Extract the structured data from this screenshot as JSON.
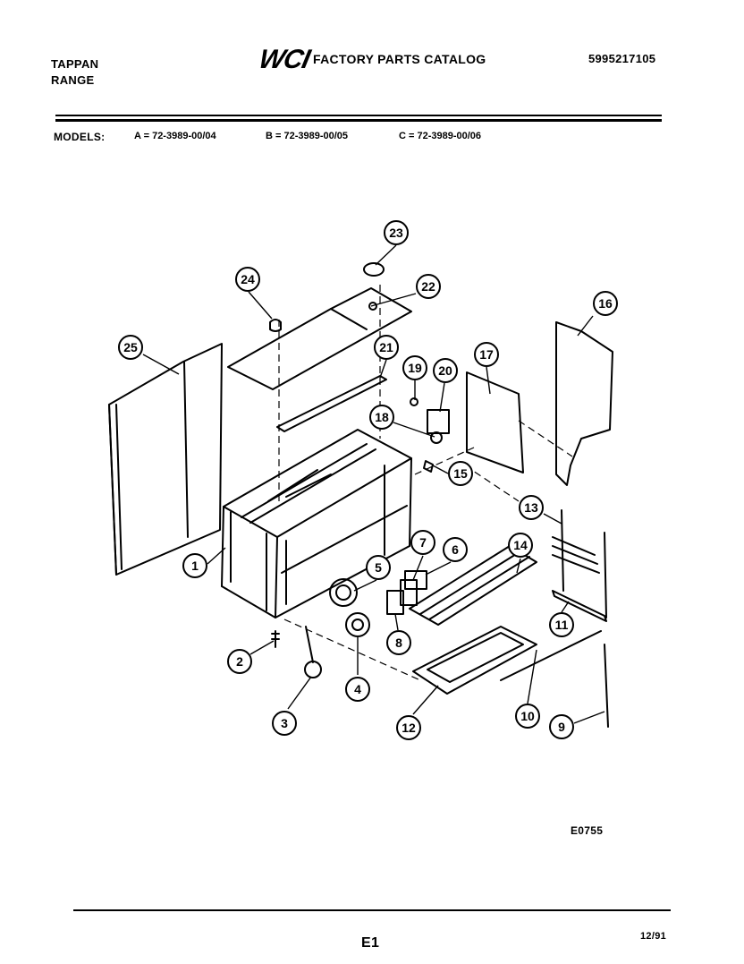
{
  "header": {
    "brand_line1": "TAPPAN",
    "brand_line2": "RANGE",
    "logo_text": "WCI",
    "catalog_title": "FACTORY PARTS CATALOG",
    "part_number": "5995217105"
  },
  "models": {
    "label": "MODELS:",
    "a": "A = 72-3989-00/04",
    "b": "B = 72-3989-00/05",
    "c": "C = 72-3989-00/06"
  },
  "callouts": [
    "1",
    "2",
    "3",
    "4",
    "5",
    "6",
    "7",
    "8",
    "9",
    "10",
    "11",
    "12",
    "13",
    "14",
    "15",
    "16",
    "17",
    "18",
    "19",
    "20",
    "21",
    "22",
    "23",
    "24",
    "25"
  ],
  "footer": {
    "figure_code": "E0755",
    "page_id": "E1",
    "date": "12/91"
  }
}
